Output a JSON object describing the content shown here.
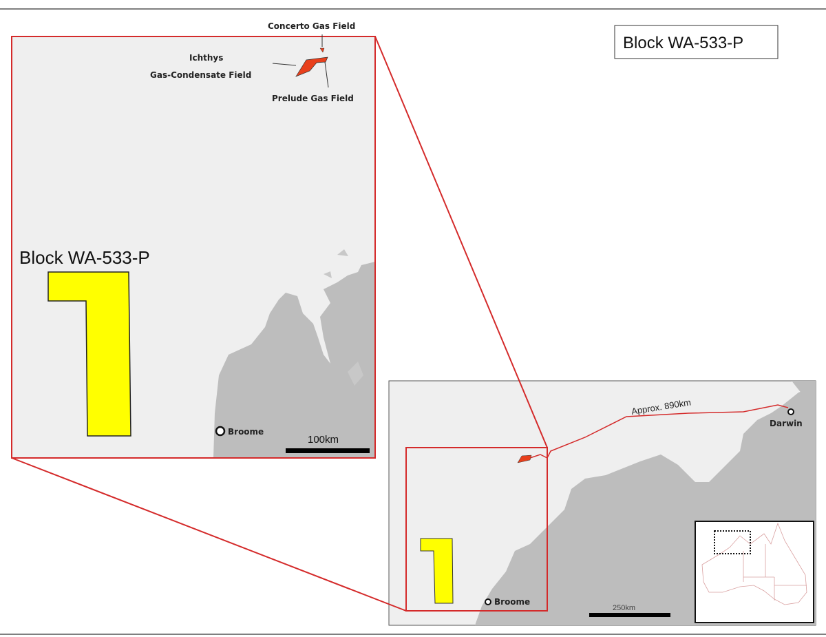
{
  "title": "Block WA-533-P",
  "inset_main": {
    "block_label": "Block WA-533-P",
    "fields": {
      "concerto": "Concerto Gas Field",
      "ichthys_line1": "Ichthys",
      "ichthys_line2": "Gas-Condensate Field",
      "prelude": "Prelude Gas Field"
    },
    "town": "Broome",
    "scale": "100km"
  },
  "regional_map": {
    "pipeline_label": "Approx. 890km",
    "town_darwin": "Darwin",
    "town_broome": "Broome",
    "scale": "250km"
  },
  "colors": {
    "block": "#ffff00",
    "field": "#e8401c",
    "frame": "#d42a2a",
    "sea": "#efefef",
    "land": "#bdbdbd"
  }
}
